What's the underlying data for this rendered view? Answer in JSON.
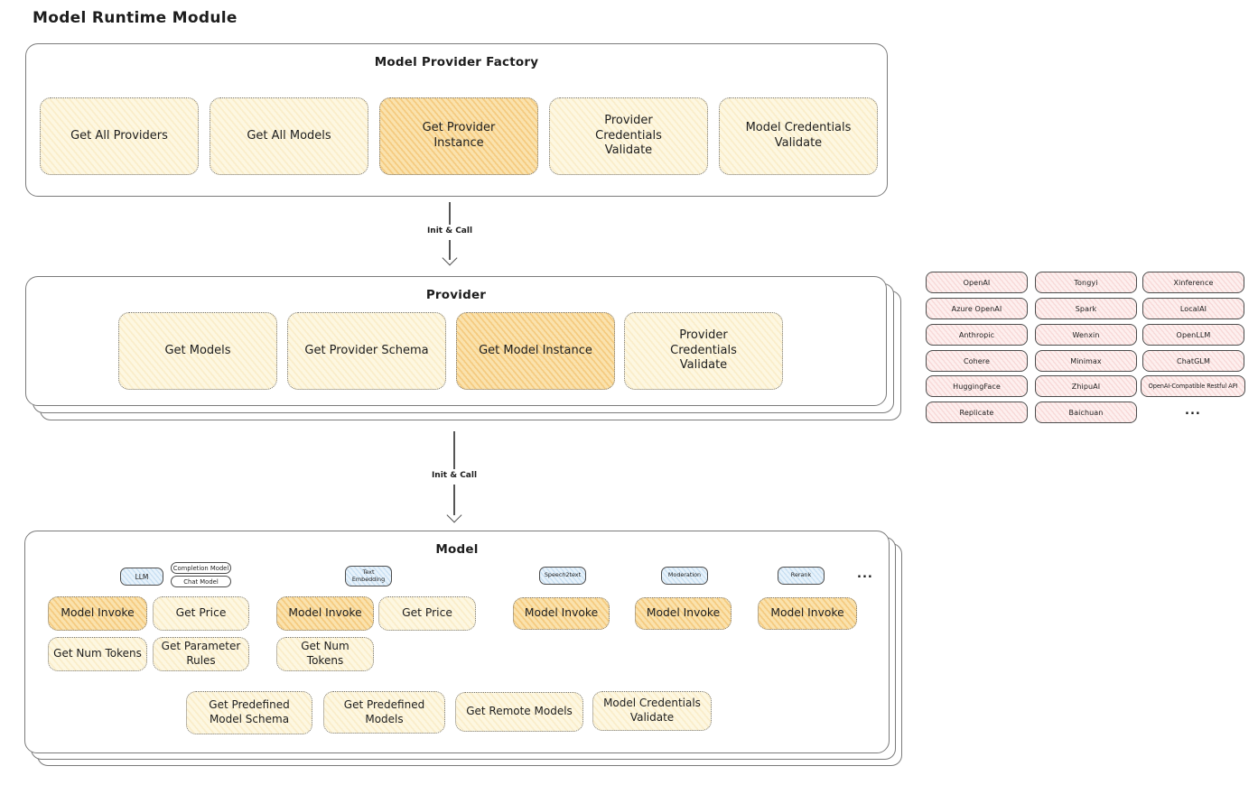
{
  "page": {
    "title": "Model Runtime Module"
  },
  "factory": {
    "title": "Model Provider Factory",
    "buttons": [
      {
        "label": "Get All Providers"
      },
      {
        "label": "Get All Models"
      },
      {
        "label": "Get Provider Instance"
      },
      {
        "label": "Provider Credentials Validate"
      },
      {
        "label": "Model Credentials Validate"
      }
    ]
  },
  "arrows": {
    "init_call_1": "Init & Call",
    "init_call_2": "Init & Call"
  },
  "provider": {
    "title": "Provider",
    "buttons": [
      {
        "label": "Get Models"
      },
      {
        "label": "Get Provider Schema"
      },
      {
        "label": "Get Model Instance"
      },
      {
        "label": "Provider Credentials Validate"
      }
    ]
  },
  "provider_list": {
    "col1": [
      "OpenAI",
      "Azure OpenAI",
      "Anthropic",
      "Cohere",
      "HuggingFace",
      "Replicate"
    ],
    "col2": [
      "Tongyi",
      "Spark",
      "Wenxin",
      "Minimax",
      "ZhipuAI",
      "Baichuan"
    ],
    "col3": [
      "Xinference",
      "LocalAI",
      "OpenLLM",
      "ChatGLM",
      "OpenAI-Compatible Restful API"
    ],
    "more": "..."
  },
  "model": {
    "title": "Model",
    "llm": {
      "tag": "LLM",
      "subtag1": "Completion Model",
      "subtag2": "Chat Model",
      "btn_invoke": "Model Invoke",
      "btn_price": "Get Price",
      "btn_tokens": "Get Num Tokens",
      "btn_rules": "Get Parameter Rules"
    },
    "embedding": {
      "tag": "Text Embedding",
      "btn_invoke": "Model Invoke",
      "btn_price": "Get Price",
      "btn_tokens": "Get Num Tokens"
    },
    "speech": {
      "tag": "Speech2text",
      "btn_invoke": "Model Invoke"
    },
    "moderation": {
      "tag": "Moderation",
      "btn_invoke": "Model Invoke"
    },
    "rerank": {
      "tag": "Rerank",
      "btn_invoke": "Model Invoke"
    },
    "more": "...",
    "bottom_buttons": [
      {
        "label": "Get Predefined Model Schema"
      },
      {
        "label": "Get Predefined Models"
      },
      {
        "label": "Get Remote Models"
      },
      {
        "label": "Model Credentials Validate"
      }
    ]
  },
  "colors": {
    "ink": "#1d1d1d",
    "frame_border": "#7b7b7b",
    "yellow_fill": "#fdf7e1",
    "orange_fill": "#fae2ad",
    "pink_fill": "#fdefee",
    "blue_fill": "#e7f2fb"
  }
}
